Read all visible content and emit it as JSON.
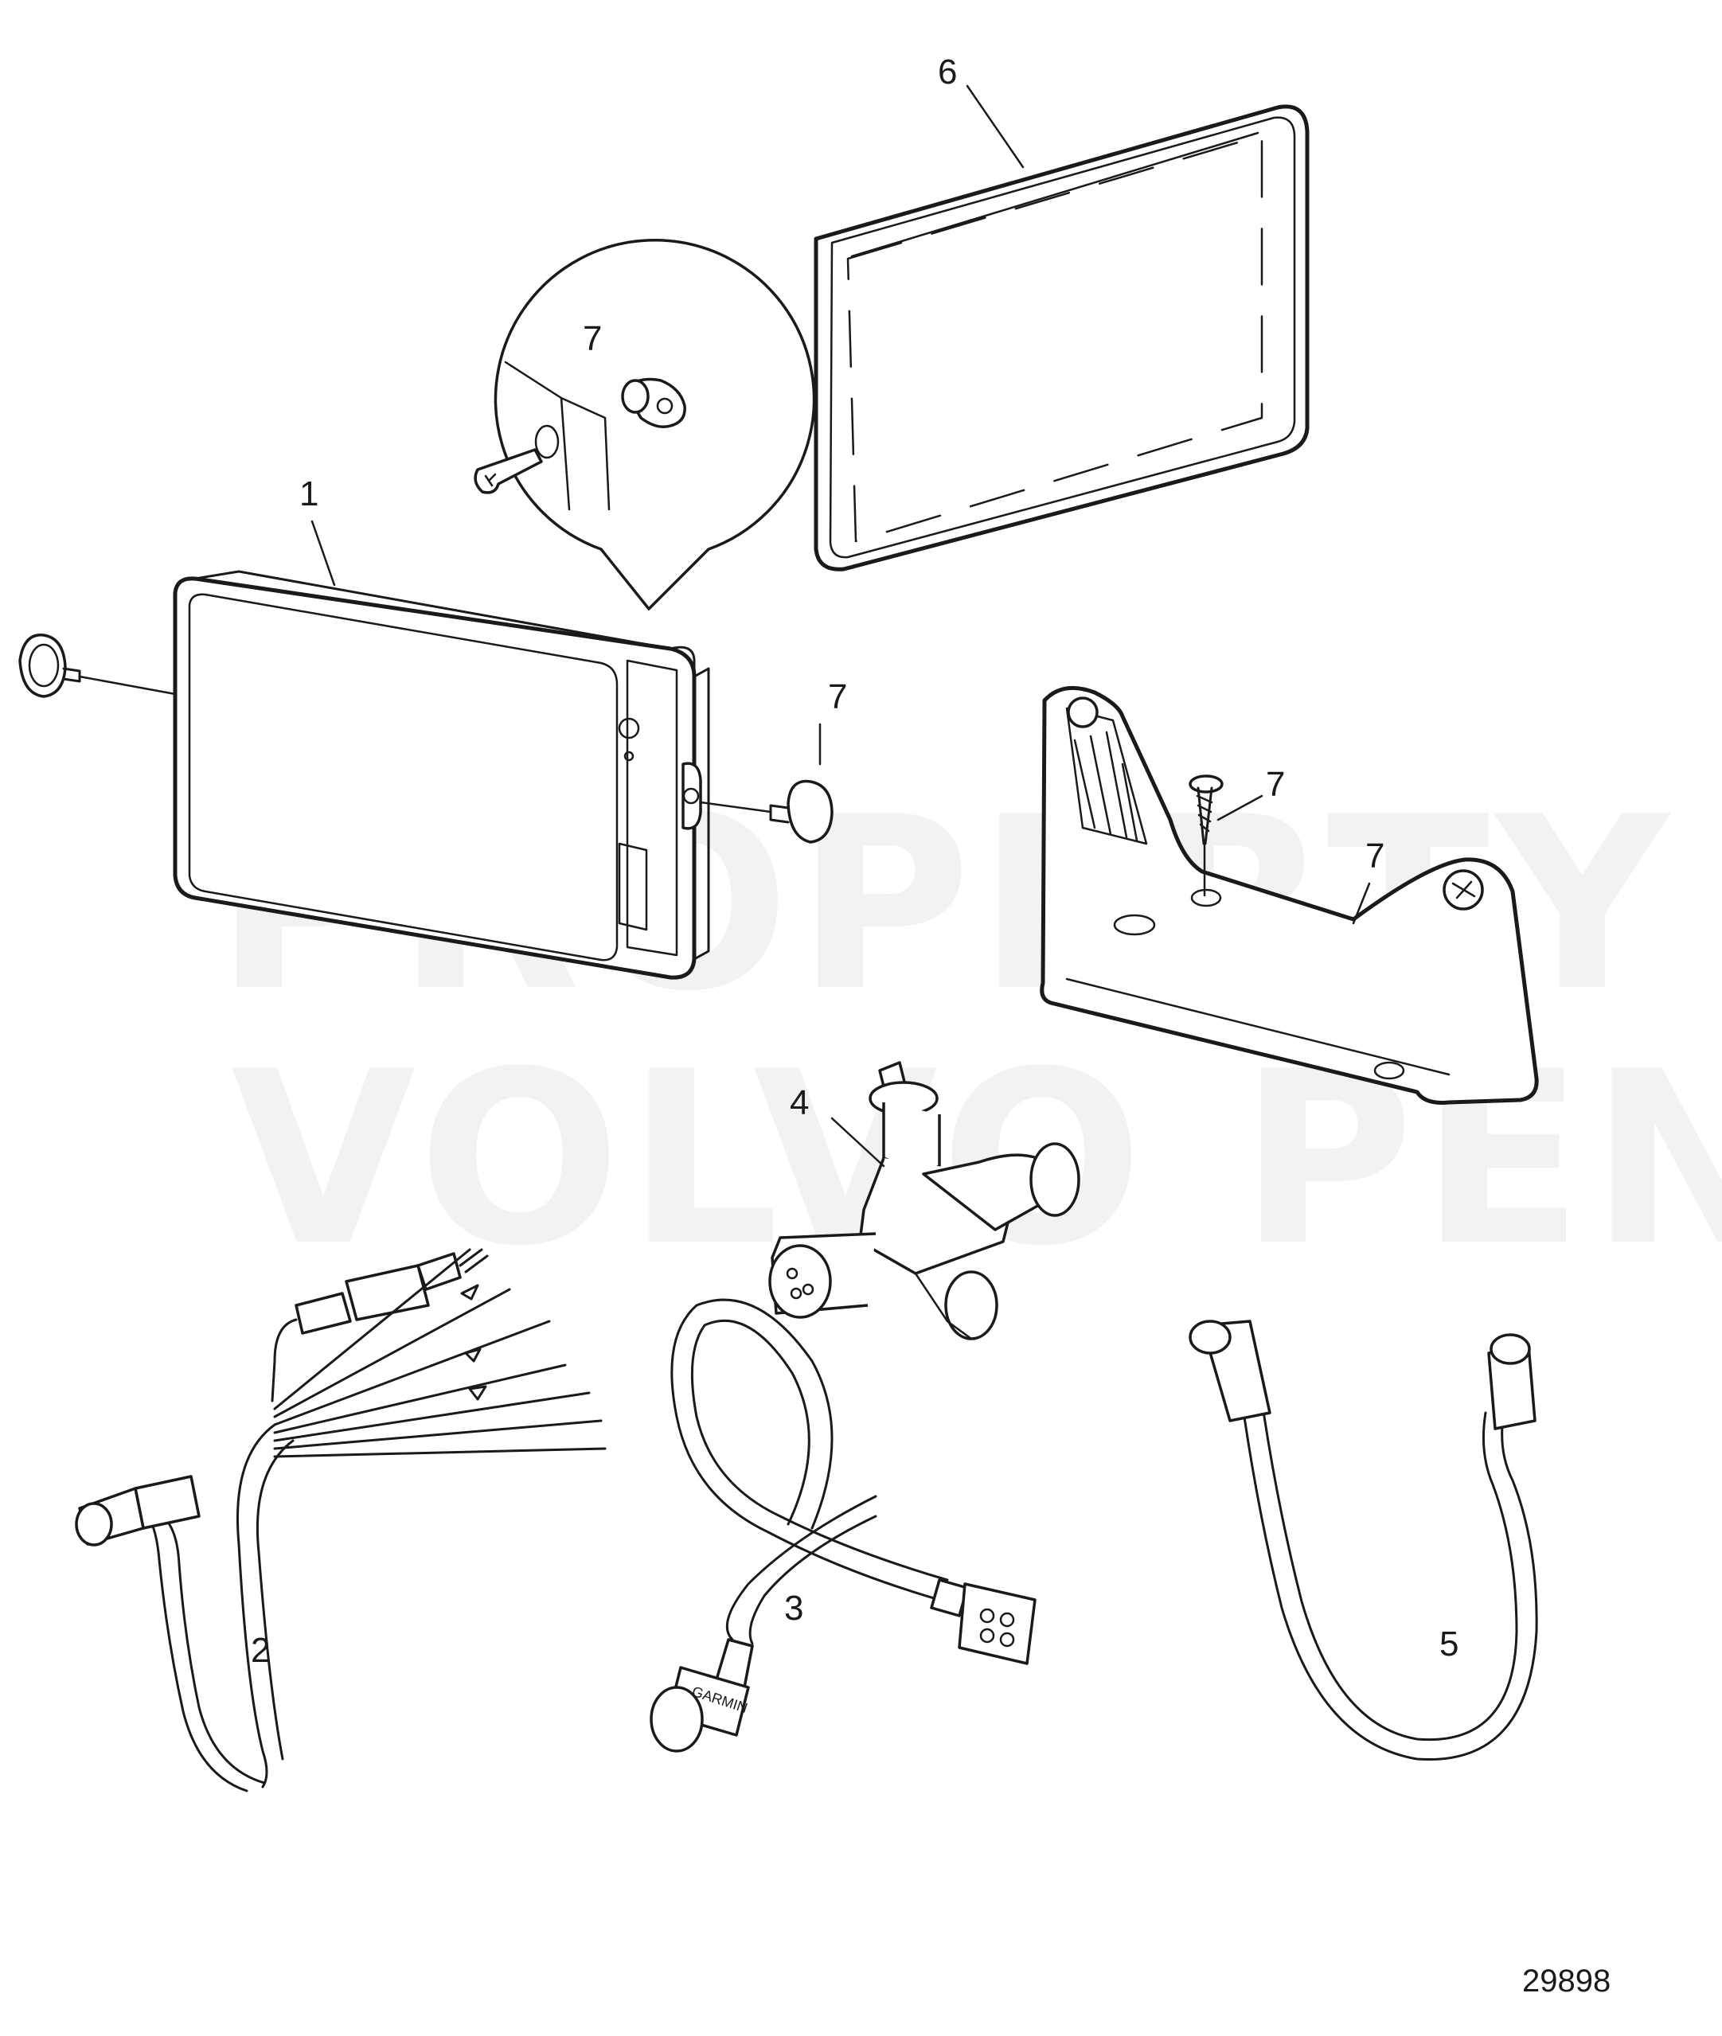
{
  "diagram": {
    "watermark": {
      "line1": "PROPERTY OF",
      "line2": "VOLVO PENTA"
    },
    "document_number": "29898",
    "callouts": {
      "c1": "1",
      "c2": "2",
      "c3": "3",
      "c4": "4",
      "c5": "5",
      "c6": "6",
      "c7_detail": "7",
      "c7_knob": "7",
      "c7_screw": "7",
      "c7_bracket": "7"
    },
    "connector_print": "GARMIN"
  }
}
